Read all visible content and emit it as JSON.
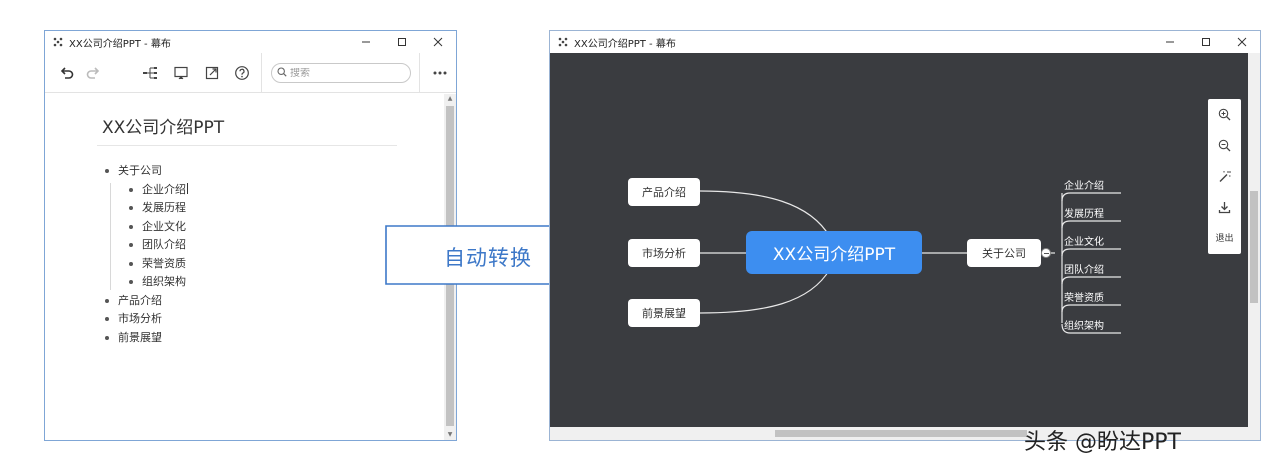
{
  "left_window": {
    "title": "XX公司介绍PPT - 幕布",
    "search_placeholder": "搜索",
    "doc_title": "XX公司介绍PPT",
    "outline": [
      {
        "label": "关于公司",
        "children": [
          "企业介绍",
          "发展历程",
          "企业文化",
          "团队介绍",
          "荣誉资质",
          "组织架构"
        ]
      },
      {
        "label": "产品介绍"
      },
      {
        "label": "市场分析"
      },
      {
        "label": "前景展望"
      }
    ]
  },
  "arrow_label": "自动转换",
  "right_window": {
    "title": "XX公司介绍PPT - 幕布",
    "mindmap": {
      "root": "XX公司介绍PPT",
      "left_nodes": [
        "产品介绍",
        "市场分析",
        "前景展望"
      ],
      "right_node": "关于公司",
      "right_children": [
        "企业介绍",
        "发展历程",
        "企业文化",
        "团队介绍",
        "荣誉资质",
        "组织架构"
      ]
    },
    "side_panel": {
      "icons": [
        "zoom-in-icon",
        "zoom-out-icon",
        "magic-wand-icon",
        "download-icon"
      ],
      "exit_label": "退出"
    },
    "colors": {
      "canvas": "#3a3c40",
      "root_node": "#3d8ef0",
      "arrow_border": "#3d78c8"
    }
  },
  "watermark": "头条 @盼达PPT"
}
